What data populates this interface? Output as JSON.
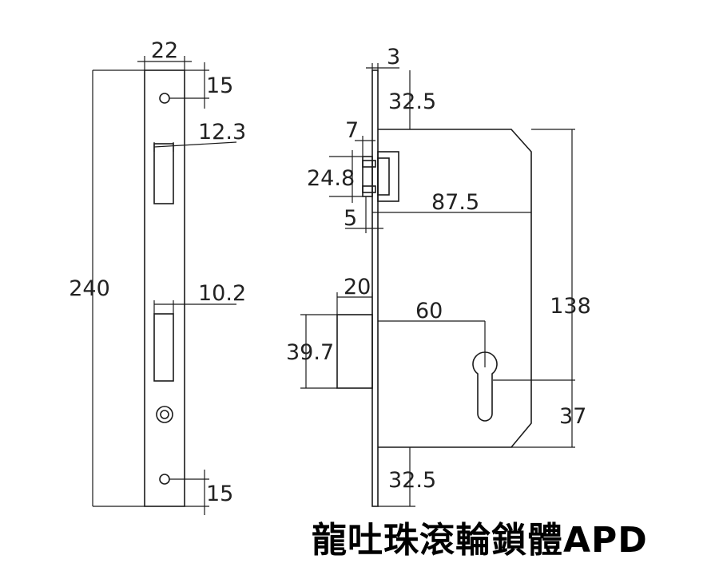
{
  "title": "龍吐珠滾輪鎖體APD",
  "dimensions": {
    "faceplate_width": "22",
    "top_hole": "15",
    "latch_offset": "12.3",
    "total_height": "240",
    "bolt_offset": "10.2",
    "bottom_hole": "15",
    "plate_thickness": "3",
    "top_margin": "32.5",
    "latch_protrusion": "7",
    "latch_height": "24.8",
    "latch_gap": "5",
    "body_depth": "87.5",
    "bolt_protrusion": "20",
    "bolt_height": "39.7",
    "backset": "60",
    "body_height": "138",
    "cylinder_offset": "37",
    "bottom_margin": "32.5"
  }
}
